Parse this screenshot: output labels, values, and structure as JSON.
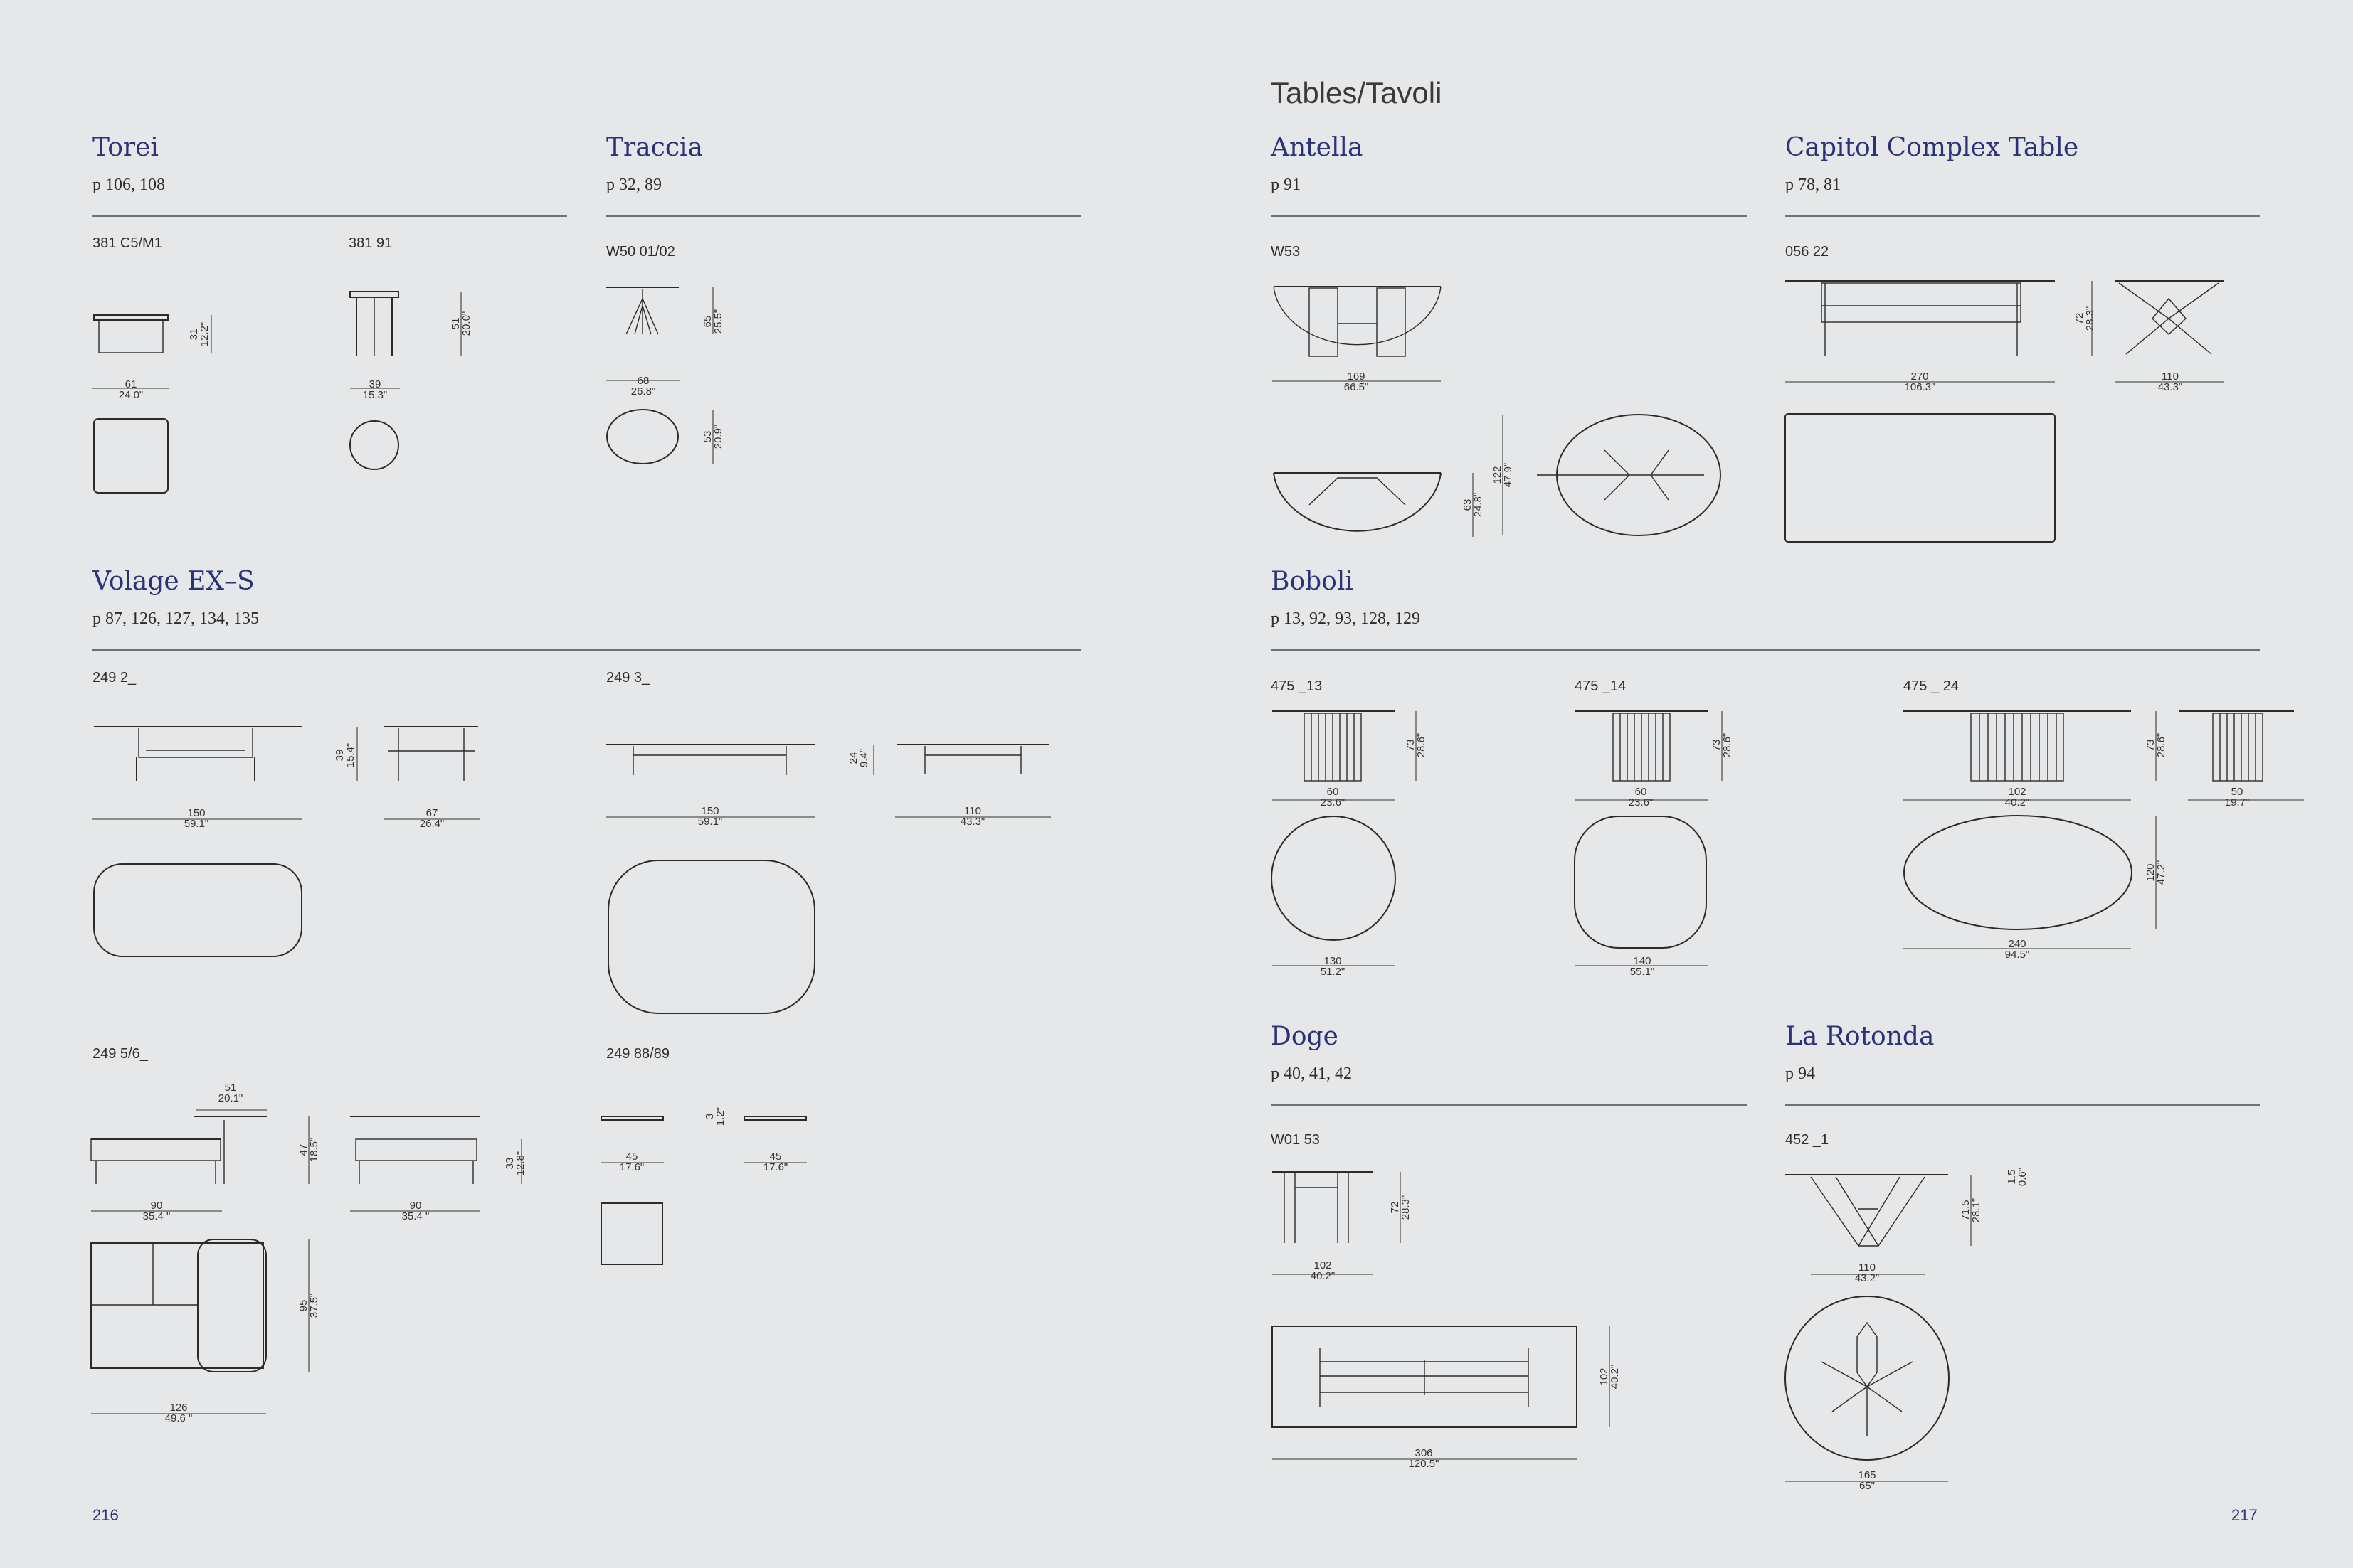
{
  "header": {
    "title": "Tables/Tavoli"
  },
  "page_numbers": {
    "left": "216",
    "right": "217"
  },
  "sections": {
    "torei": {
      "title": "Torei",
      "pages": "p 106, 108",
      "items": [
        {
          "code": "381 C5/M1",
          "width": [
            "61",
            "24.0\""
          ],
          "height": [
            "31",
            "12.2\""
          ]
        },
        {
          "code": "381 91",
          "width": [
            "39",
            "15.3\""
          ],
          "height": [
            "51",
            "20.0\""
          ]
        }
      ]
    },
    "traccia": {
      "title": "Traccia",
      "pages": "p 32, 89",
      "items": [
        {
          "code": "W50 01/02",
          "width": [
            "68",
            "26.8\""
          ],
          "height": [
            "65",
            "25.5\""
          ],
          "depth": [
            "53",
            "20.9\""
          ]
        }
      ]
    },
    "volage": {
      "title": "Volage EX–S",
      "pages": "p 87, 126, 127, 134, 135",
      "items": [
        {
          "code": "249 2_",
          "width": [
            "150",
            "59.1\""
          ],
          "height": [
            "39",
            "15.4\""
          ],
          "depth": [
            "67",
            "26.4\""
          ]
        },
        {
          "code": "249 3_",
          "width": [
            "150",
            "59.1\""
          ],
          "height": [
            "24",
            "9.4\""
          ],
          "depth": [
            "110",
            "43.3\""
          ]
        },
        {
          "code": "249 5/6_",
          "top_width": [
            "51",
            "20.1\""
          ],
          "width": [
            "90",
            "35.4 \""
          ],
          "height": [
            "47",
            "18.5\""
          ],
          "width2": [
            "90",
            "35.4 \""
          ],
          "height2": [
            "33",
            "12.8\""
          ],
          "depth": [
            "95",
            "37.5\""
          ],
          "total": [
            "126",
            "49.6 \""
          ]
        },
        {
          "code": "249 88/89",
          "width": [
            "45",
            "17.6\""
          ],
          "height": [
            "3",
            "1.2\""
          ],
          "width2": [
            "45",
            "17.6\""
          ]
        }
      ]
    },
    "antella": {
      "title": "Antella",
      "pages": "p 91",
      "items": [
        {
          "code": "W53",
          "width": [
            "169",
            "66.5\""
          ],
          "depth": [
            "63",
            "24.8\""
          ],
          "depth2": [
            "122",
            "47.9\""
          ]
        }
      ]
    },
    "capitol": {
      "title": "Capitol Complex Table",
      "pages": "p 78, 81",
      "items": [
        {
          "code": "056 22",
          "width": [
            "270",
            "106.3\""
          ],
          "height": [
            "72",
            "28.3\""
          ],
          "depth": [
            "110",
            "43.3\""
          ]
        }
      ]
    },
    "boboli": {
      "title": "Boboli",
      "pages": "p 13, 92, 93, 128, 129",
      "items": [
        {
          "code": "475 _13",
          "width": [
            "60",
            "23.6\""
          ],
          "height": [
            "73",
            "28.6\""
          ],
          "top": [
            "130",
            "51.2\""
          ]
        },
        {
          "code": "475 _14",
          "width": [
            "60",
            "23.6\""
          ],
          "height": [
            "73",
            "28.6\""
          ],
          "top": [
            "140",
            "55.1\""
          ]
        },
        {
          "code": "475 _ 24",
          "width": [
            "102",
            "40.2\""
          ],
          "height": [
            "73",
            "28.6\""
          ],
          "side": [
            "50",
            "19.7\""
          ],
          "top": [
            "240",
            "94.5\""
          ],
          "depth": [
            "120",
            "47.2\""
          ]
        }
      ]
    },
    "doge": {
      "title": "Doge",
      "pages": "p 40, 41, 42",
      "items": [
        {
          "code": "W01 53",
          "width": [
            "102",
            "40.2\""
          ],
          "height": [
            "72",
            "28.3\""
          ],
          "top": [
            "306",
            "120.5\""
          ],
          "depth": [
            "102",
            "40.2\""
          ]
        }
      ]
    },
    "rotonda": {
      "title": "La Rotonda",
      "pages": "p 94",
      "items": [
        {
          "code": "452 _1",
          "width": [
            "110",
            "43.2\""
          ],
          "height": [
            "71.5",
            "28.1\""
          ],
          "thick": [
            "1.5",
            "0.6\""
          ],
          "top": [
            "165",
            "65\""
          ]
        }
      ]
    }
  }
}
